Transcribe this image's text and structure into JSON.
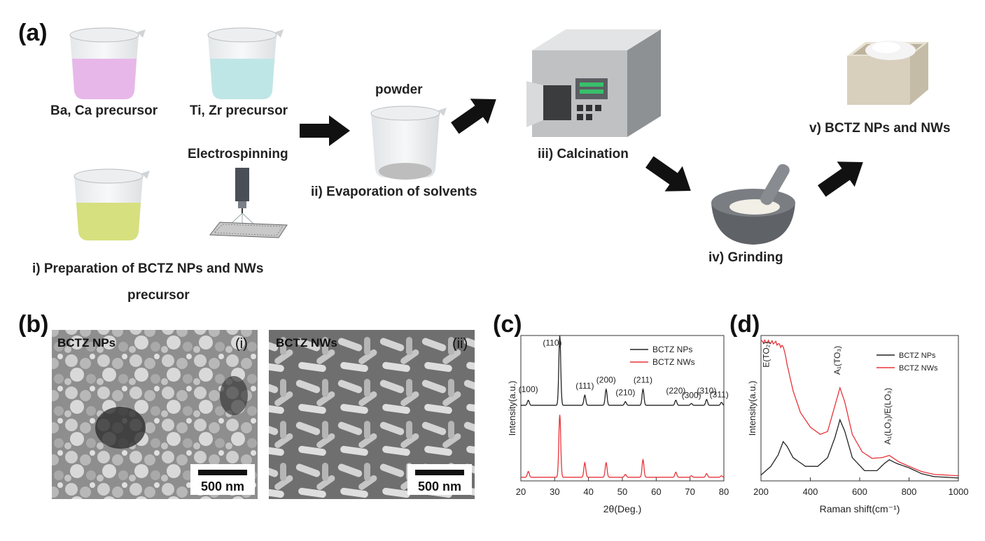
{
  "panels": {
    "a": {
      "label": "(a)",
      "captions": {
        "ba_ca": "Ba, Ca precursor",
        "ti_zr": "Ti, Zr precursor",
        "electrospinning": "Electrospinning",
        "prep_line1": "i) Preparation of BCTZ NPs and NWs",
        "prep_line2": "precursor",
        "powder": "powder",
        "evaporation": "ii) Evaporation of solvents",
        "calcination": "iii) Calcination",
        "grinding": "iv) Grinding",
        "product": "v) BCTZ NPs and NWs"
      },
      "colors": {
        "beaker_pink": "#e7b7e9",
        "beaker_cyan": "#bfe6e6",
        "beaker_green": "#d6e07e",
        "furnace": "#bfc1c3",
        "mortar": "#5f6266",
        "arrow": "#111111"
      }
    },
    "b": {
      "label": "(b)",
      "left": {
        "title": "BCTZ NPs",
        "index": "(i)",
        "scale": "500 nm"
      },
      "right": {
        "title": "BCTZ NWs",
        "index": "(ii)",
        "scale": "500 nm"
      }
    },
    "c": {
      "label": "(c)"
    },
    "d": {
      "label": "(d)"
    }
  },
  "chart_data": [
    {
      "type": "line",
      "panel": "(c)",
      "xlabel": "2θ(Deg.)",
      "ylabel": "Intensity(a.u.)",
      "xlim": [
        20,
        80
      ],
      "ylim": [
        0,
        1
      ],
      "xticks": [
        20,
        30,
        40,
        50,
        60,
        70,
        80
      ],
      "legend": {
        "position": "top-right"
      },
      "grid": false,
      "series": [
        {
          "name": "BCTZ NPs",
          "color": "#222222",
          "baseline": 0.52,
          "peaks": [
            [
              22.2,
              0.035
            ],
            [
              31.5,
              0.48
            ],
            [
              38.9,
              0.07
            ],
            [
              45.2,
              0.11
            ],
            [
              50.9,
              0.025
            ],
            [
              56.1,
              0.11
            ],
            [
              65.8,
              0.035
            ],
            [
              70.4,
              0.012
            ],
            [
              74.9,
              0.04
            ],
            [
              79.3,
              0.02
            ]
          ]
        },
        {
          "name": "BCTZ NWs",
          "color": "#e8333a",
          "baseline": 0.025,
          "peaks": [
            [
              22.2,
              0.04
            ],
            [
              31.5,
              0.43
            ],
            [
              38.9,
              0.1
            ],
            [
              45.2,
              0.1
            ],
            [
              50.9,
              0.02
            ],
            [
              56.1,
              0.12
            ],
            [
              65.8,
              0.035
            ],
            [
              70.4,
              0.01
            ],
            [
              74.9,
              0.025
            ],
            [
              79.3,
              0.01
            ]
          ]
        }
      ],
      "annotations": [
        {
          "text": "(100)",
          "x": 22.2,
          "y": 0.61
        },
        {
          "text": "(110)",
          "x": 29.3,
          "y": 0.93
        },
        {
          "text": "(111)",
          "x": 38.9,
          "y": 0.635
        },
        {
          "text": "(200)",
          "x": 45.2,
          "y": 0.675
        },
        {
          "text": "(210)",
          "x": 50.9,
          "y": 0.59
        },
        {
          "text": "(211)",
          "x": 56.1,
          "y": 0.675
        },
        {
          "text": "(220)",
          "x": 65.8,
          "y": 0.6
        },
        {
          "text": "(300)",
          "x": 70.4,
          "y": 0.57
        },
        {
          "text": "(310)",
          "x": 74.9,
          "y": 0.6
        },
        {
          "text": "(311)",
          "x": 78.6,
          "y": 0.575
        }
      ]
    },
    {
      "type": "line",
      "panel": "(d)",
      "xlabel": "Raman shift(cm⁻¹)",
      "ylabel": "Intensity(a.u.)",
      "xlim": [
        200,
        1000
      ],
      "ylim": [
        0,
        1
      ],
      "xticks": [
        200,
        400,
        600,
        800,
        1000
      ],
      "legend": {
        "position": "top-right"
      },
      "grid": false,
      "series": [
        {
          "name": "BCTZ NPs",
          "color": "#222222",
          "points": [
            [
              200,
              0.04
            ],
            [
              240,
              0.1
            ],
            [
              270,
              0.18
            ],
            [
              290,
              0.27
            ],
            [
              305,
              0.24
            ],
            [
              330,
              0.16
            ],
            [
              380,
              0.1
            ],
            [
              430,
              0.1
            ],
            [
              470,
              0.16
            ],
            [
              500,
              0.3
            ],
            [
              520,
              0.42
            ],
            [
              540,
              0.34
            ],
            [
              570,
              0.16
            ],
            [
              620,
              0.07
            ],
            [
              670,
              0.07
            ],
            [
              700,
              0.12
            ],
            [
              720,
              0.145
            ],
            [
              750,
              0.12
            ],
            [
              800,
              0.09
            ],
            [
              850,
              0.05
            ],
            [
              900,
              0.03
            ],
            [
              1000,
              0.02
            ]
          ]
        },
        {
          "name": "BCTZ NWs",
          "color": "#e8333a",
          "points": [
            [
              200,
              0.96
            ],
            [
              230,
              0.955
            ],
            [
              260,
              0.95
            ],
            [
              290,
              0.92
            ],
            [
              310,
              0.77
            ],
            [
              330,
              0.62
            ],
            [
              360,
              0.47
            ],
            [
              400,
              0.37
            ],
            [
              440,
              0.32
            ],
            [
              470,
              0.34
            ],
            [
              500,
              0.52
            ],
            [
              520,
              0.64
            ],
            [
              540,
              0.54
            ],
            [
              570,
              0.32
            ],
            [
              610,
              0.2
            ],
            [
              650,
              0.155
            ],
            [
              690,
              0.16
            ],
            [
              720,
              0.175
            ],
            [
              760,
              0.13
            ],
            [
              800,
              0.1
            ],
            [
              850,
              0.065
            ],
            [
              900,
              0.045
            ],
            [
              1000,
              0.035
            ]
          ]
        }
      ],
      "annotations": [
        {
          "text": "E(TO₂)",
          "x": 232,
          "y": 0.78
        },
        {
          "text": "A₁(TO₃)",
          "x": 520,
          "y": 0.73
        },
        {
          "text": "A₁(LO₃)/E(LO₃)",
          "x": 725,
          "y": 0.25
        }
      ]
    }
  ]
}
